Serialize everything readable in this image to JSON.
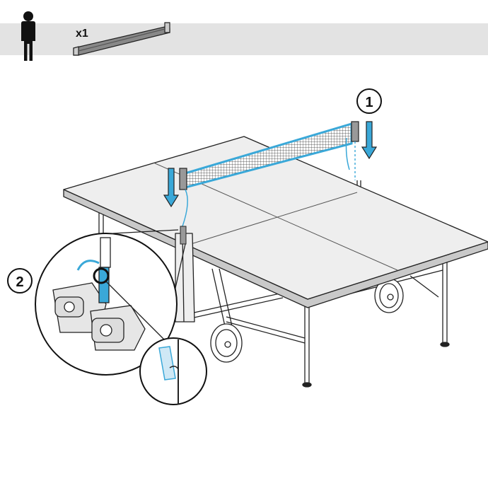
{
  "header": {
    "person_count_icon": "person-icon",
    "quantity_label": "x1",
    "part_icon": "net-part-icon",
    "band_color": "#e3e3e3"
  },
  "steps": [
    {
      "number": "1"
    },
    {
      "number": "2"
    }
  ],
  "colors": {
    "accent": "#3aa8d8",
    "line": "#222222",
    "table_top": "#eeeeee",
    "shadow": "#bdbdbd"
  }
}
